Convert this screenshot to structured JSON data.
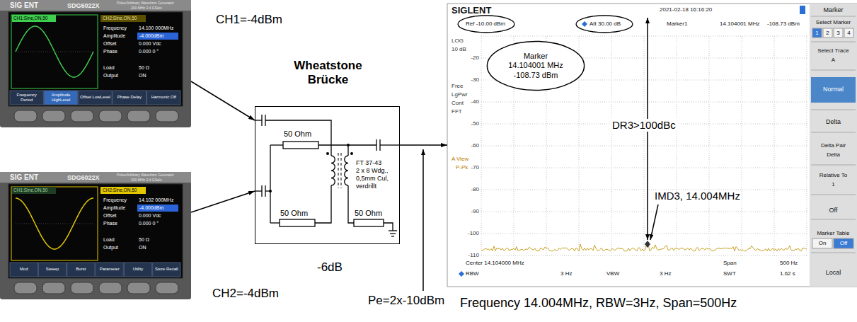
{
  "diagram": {
    "nodes": [
      {
        "text": [
          "SIG ENT",
          "SDG6022X",
          "Pulse/Arbitrary Waveform Generator",
          "200 MHz 2.4 GSa/s",
          "CH1:Sine,ON,50",
          "CH2:Sine,ON,50",
          "Frequency",
          "14.100 000MHz",
          "Amplitude",
          "-4.000dBm",
          "Offset",
          "0.000 Vdc",
          "Phase",
          "0.000 0 °",
          "Load",
          "50 Ω",
          "Output",
          "ON",
          "Frequency Period",
          "Amplitude HighLevel",
          "Offset LowLevel",
          "Phase Delay",
          "Harmonic Off"
        ]
      },
      {
        "text": [
          "SIG ENT",
          "SDG6022X",
          "Pulse/Arbitrary Waveform Generator",
          "200 MHz 2.4 GSa/s",
          "CH1:Sine,ON,50",
          "CH2:Sine,ON,50",
          "Frequency",
          "14.102 000MHz",
          "Amplitude",
          "-4.000dBm",
          "Offset",
          "0.000 Vdc",
          "Phase",
          "0.000 0 °",
          "Load",
          "50 Ω",
          "Output",
          "ON",
          "Mod",
          "Sweep",
          "Burst",
          "Parameter",
          "Utility",
          "Store Recall"
        ]
      },
      {
        "text": [
          "Wheatstone Brücke",
          "50 Ohm",
          "FT 37-43",
          "2 x 8 Wdg.,",
          "0,5mm Cul,",
          "verdrillt",
          "50 Ohm",
          "50 Ohm"
        ]
      },
      {
        "text": [
          "SIGLENT",
          "2021-02-18 16:16:20",
          "Marker",
          "Ref -10.00 dBm",
          "Att 30.00 dB",
          "Marker1",
          "14.104001 MHz",
          "-108.73 dBm",
          "LOG",
          "10 dB",
          "Free",
          "LgPwr",
          "Cont",
          "FFT",
          "A View",
          "P-Pk",
          "-20",
          "-30",
          "-40",
          "-50",
          "-60",
          "-70",
          "-80",
          "-90",
          "-100",
          "-110",
          "Center 14.104000 MHz",
          "Span",
          "500 Hz",
          "RBW",
          "3 Hz",
          "VBW",
          "3 Hz",
          "SWT",
          "1.62 s",
          "Select Marker",
          "1",
          "2",
          "3",
          "4",
          "Select Trace",
          "A",
          "Normal",
          "Delta",
          "Delta Pair",
          "Delta",
          "Relative To",
          "1",
          "Off",
          "Marker Table",
          "On",
          "Off",
          "Local"
        ]
      },
      {
        "text": [
          "Marker",
          "14.104001 MHz",
          "-108.73 dBm"
        ],
        "in": 3
      }
    ],
    "edges": [
      {
        "from": 0,
        "to": 2,
        "arrow": "to"
      },
      {
        "from": 1,
        "to": 2,
        "arrow": "to"
      },
      {
        "from": 2,
        "to": 3,
        "arrow": "to"
      }
    ],
    "labels": [
      "CH1=-4dBm",
      "DR3>100dBc",
      "IMD3, 14.004MHz",
      "-6dB",
      "CH2=-4dBm",
      "Pe=2x-10dBm",
      "Frequency 14.004MHz, RBW=3Hz, Span=500Hz"
    ]
  }
}
